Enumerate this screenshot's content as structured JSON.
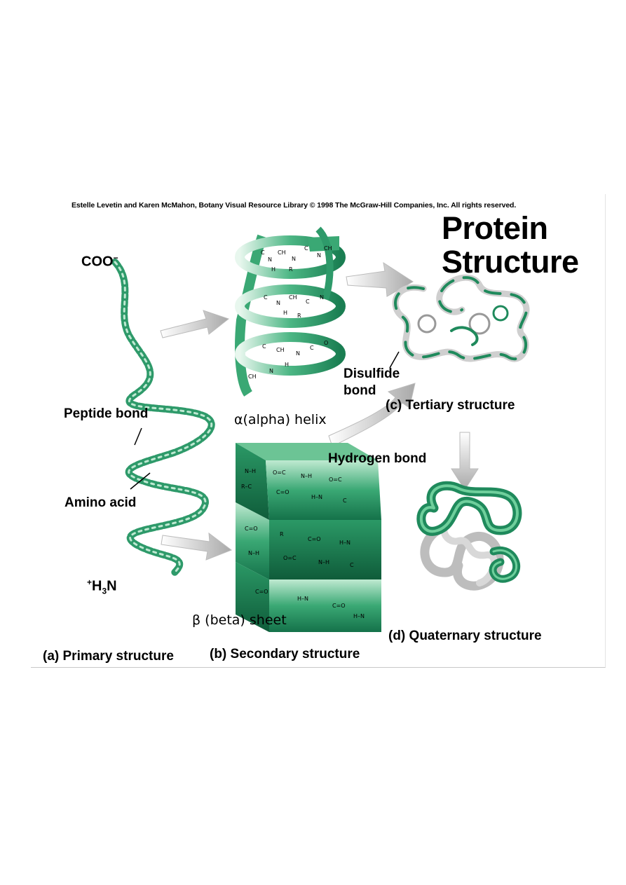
{
  "credit": "Estelle Levetin and Karen McMahon, Botany Visual Resource Library © 1998 The McGraw-Hill Companies, Inc. All rights reserved.",
  "title_line1": "Protein",
  "title_line2": "Structure",
  "coo_label": "COO",
  "coo_charge": "−",
  "h3n_plus": "+",
  "h3n_h": "H",
  "h3n_3": "3",
  "h3n_n": "N",
  "peptide_bond": "Peptide bond",
  "amino_acid": "Amino acid",
  "alpha_helix": "α(alpha) helix",
  "beta_sheet": "β (beta) sheet",
  "hydrogen_bond": "Hydrogen bond",
  "disulfide_line1": "Disulfide",
  "disulfide_line2": "bond",
  "tertiary": "(c) Tertiary structure",
  "quaternary": "(d) Quaternary structure",
  "primary": "(a) Primary structure",
  "secondary": "(b) Secondary structure",
  "colors": {
    "protein_green": "#1f8a5c",
    "light_green": "#8fd6b0",
    "gray_ribbon": "#c8c8c8",
    "arrow_gray": "#bdbdbd"
  }
}
